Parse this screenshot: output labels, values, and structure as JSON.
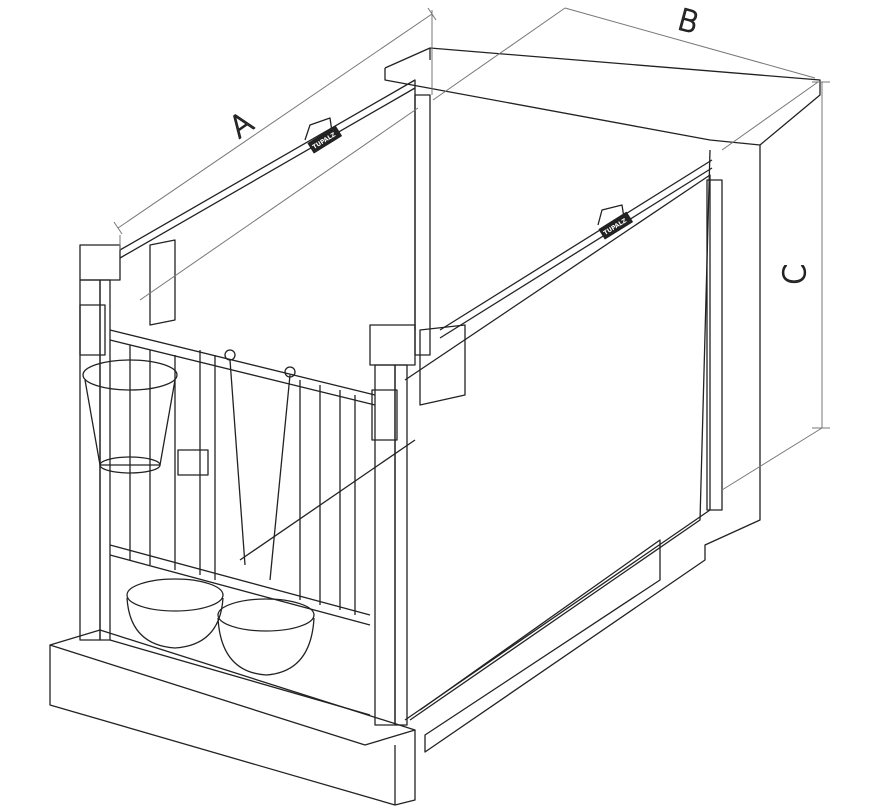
{
  "title": "Calf pen with feeding gate dimension drawing",
  "dimensions": {
    "a": "A",
    "b": "B",
    "c": "C"
  },
  "logo_text": "TUPALZ",
  "colors": {
    "line": "#222222",
    "dim_line": "#777777",
    "background": "#ffffff"
  }
}
